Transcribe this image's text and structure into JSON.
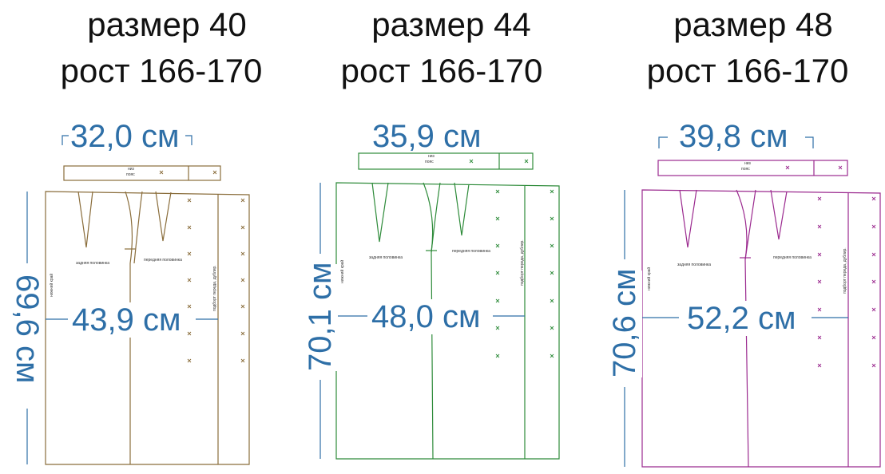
{
  "patterns": [
    {
      "size_label": "размер 40",
      "height_label": "рост 166-170",
      "waist_width": "32,0 см",
      "hip_width": "43,9 см",
      "length": "69,6 см",
      "color": "#8a6d3b",
      "belt_labels": [
        "низ",
        "пояс"
      ],
      "back_label": "задняя половинка",
      "front_label": "передняя половинка",
      "side_label": "нижний край",
      "facing_label": "подборт переда, дублир."
    },
    {
      "size_label": "размер 44",
      "height_label": "рост 166-170",
      "waist_width": "35,9 см",
      "hip_width": "48,0 см",
      "length": "70,1 см",
      "color": "#2e8b3a",
      "belt_labels": [
        "низ",
        "пояс"
      ],
      "back_label": "задняя половинка",
      "front_label": "передняя половинка",
      "side_label": "нижний край",
      "facing_label": "подборт переда, дублир."
    },
    {
      "size_label": "размер 48",
      "height_label": "рост 166-170",
      "waist_width": "39,8 см",
      "hip_width": "52,2 см",
      "length": "70,6 см",
      "color": "#9b2a8f",
      "belt_labels": [
        "низ",
        "пояс"
      ],
      "back_label": "задняя половинка",
      "front_label": "передняя половинка",
      "side_label": "нижний край",
      "facing_label": "подборт переда, дублир."
    }
  ],
  "dimension_color": "#2e6fa7"
}
